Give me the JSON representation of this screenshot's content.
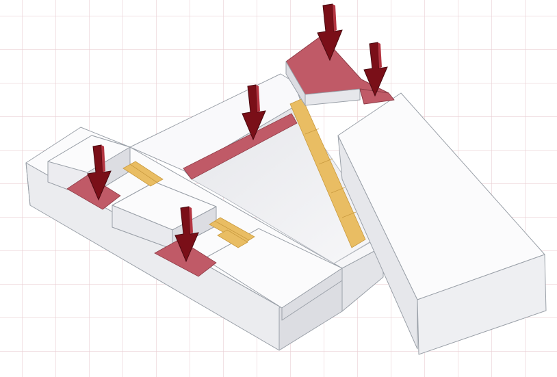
{
  "diagram": {
    "kind": "axonometric massing diagram",
    "labels": [],
    "colors": {
      "background": "#ffffff",
      "grid": "#e9cfd3",
      "mass_top": "#fbfbfc",
      "mass_side_light": "#f0f0f3",
      "mass_side_dark": "#dcdde2",
      "mass_outline": "#9aa0a8",
      "accent_area": "#c05a67",
      "arrow": "#7a0f18",
      "circulation": "#e9bd63"
    },
    "arrows": [
      {
        "name": "arrow-entry-west",
        "direction": "down"
      },
      {
        "name": "arrow-entry-courtyard",
        "direction": "down"
      },
      {
        "name": "arrow-entry-bridge",
        "direction": "down"
      },
      {
        "name": "arrow-entry-roof",
        "direction": "down"
      },
      {
        "name": "arrow-entry-east",
        "direction": "down"
      }
    ],
    "stairs": [
      {
        "name": "stair-west"
      },
      {
        "name": "stair-courtyard"
      },
      {
        "name": "ramp-diagonal"
      }
    ],
    "volumes": [
      {
        "name": "west-bar-volume"
      },
      {
        "name": "east-tower-volume"
      },
      {
        "name": "roof-pavilion-volume"
      }
    ]
  }
}
